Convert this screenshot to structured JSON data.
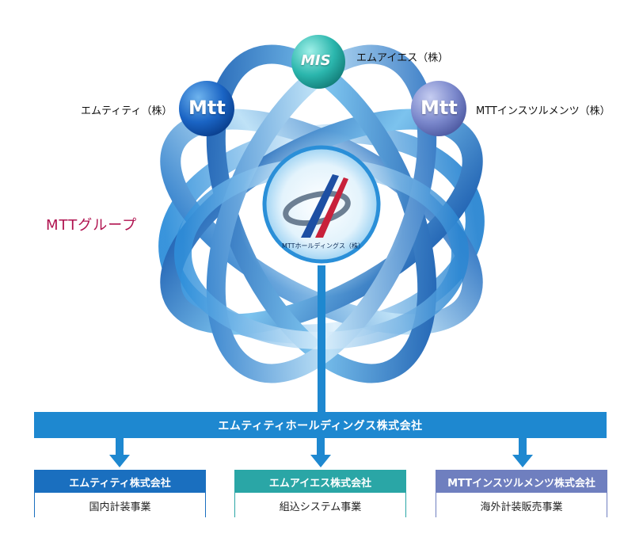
{
  "nodes": {
    "mis": {
      "label": "エムアイエス（株）",
      "logo": "MIS"
    },
    "mtt_left": {
      "label": "エムティティ（株）",
      "logo": "Mtt"
    },
    "mtt_right": {
      "label": "MTTインスツルメンツ（株）",
      "logo": "Mtt"
    },
    "core": {
      "label": "MTTホールディングス（株）"
    }
  },
  "group_label": "MTTグループ",
  "holding_bar": "エムティティホールディングス株式会社",
  "subsidiaries": [
    {
      "name": "エムティティ株式会社",
      "business": "国内計装事業",
      "color": "#1a6fbf"
    },
    {
      "name": "エムアイエス株式会社",
      "business": "組込システム事業",
      "color": "#2aa6a6"
    },
    {
      "name": "MTTインスツルメンツ株式会社",
      "business": "海外計装販売事業",
      "color": "#6f7fbf"
    }
  ],
  "colors": {
    "orbit_dark": "#0d4ea6",
    "orbit_light": "#5fb7ea",
    "accent_red": "#b0124f",
    "bar_blue": "#1e88d0"
  }
}
